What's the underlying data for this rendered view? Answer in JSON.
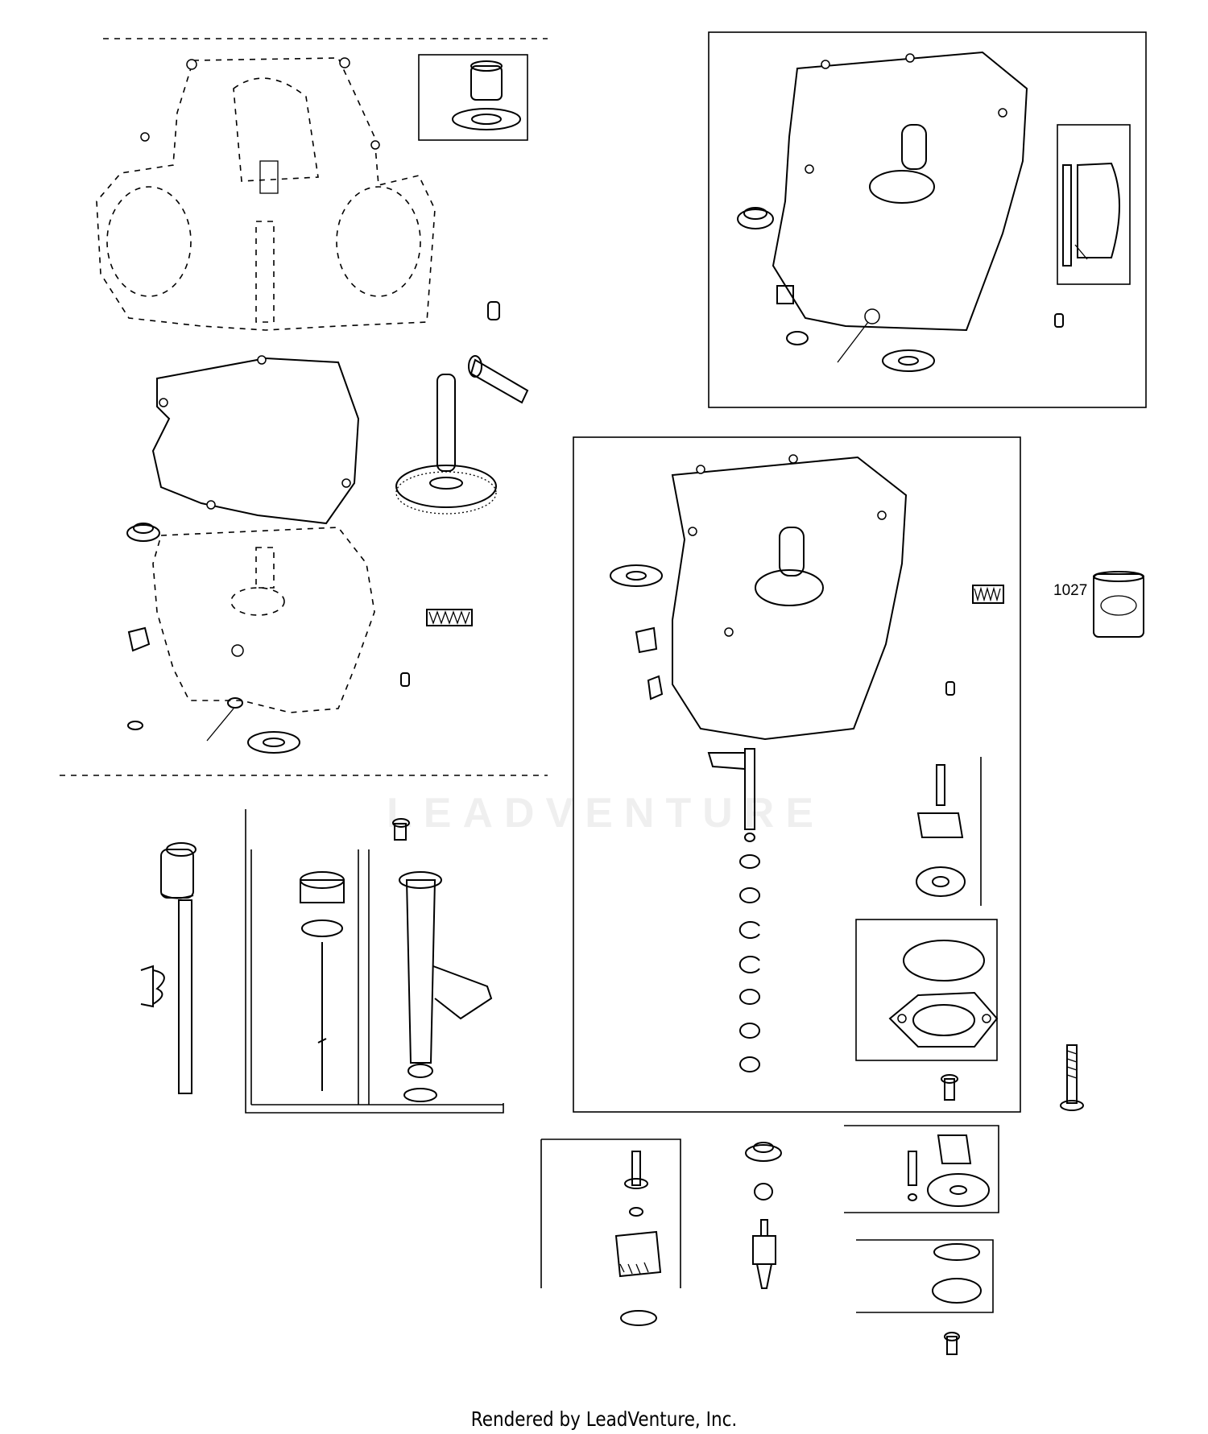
{
  "diagram": {
    "part_callouts": [
      "1027"
    ],
    "watermark_text": "LEADVENTURE",
    "footer_text": "Rendered by LeadVenture, Inc."
  }
}
